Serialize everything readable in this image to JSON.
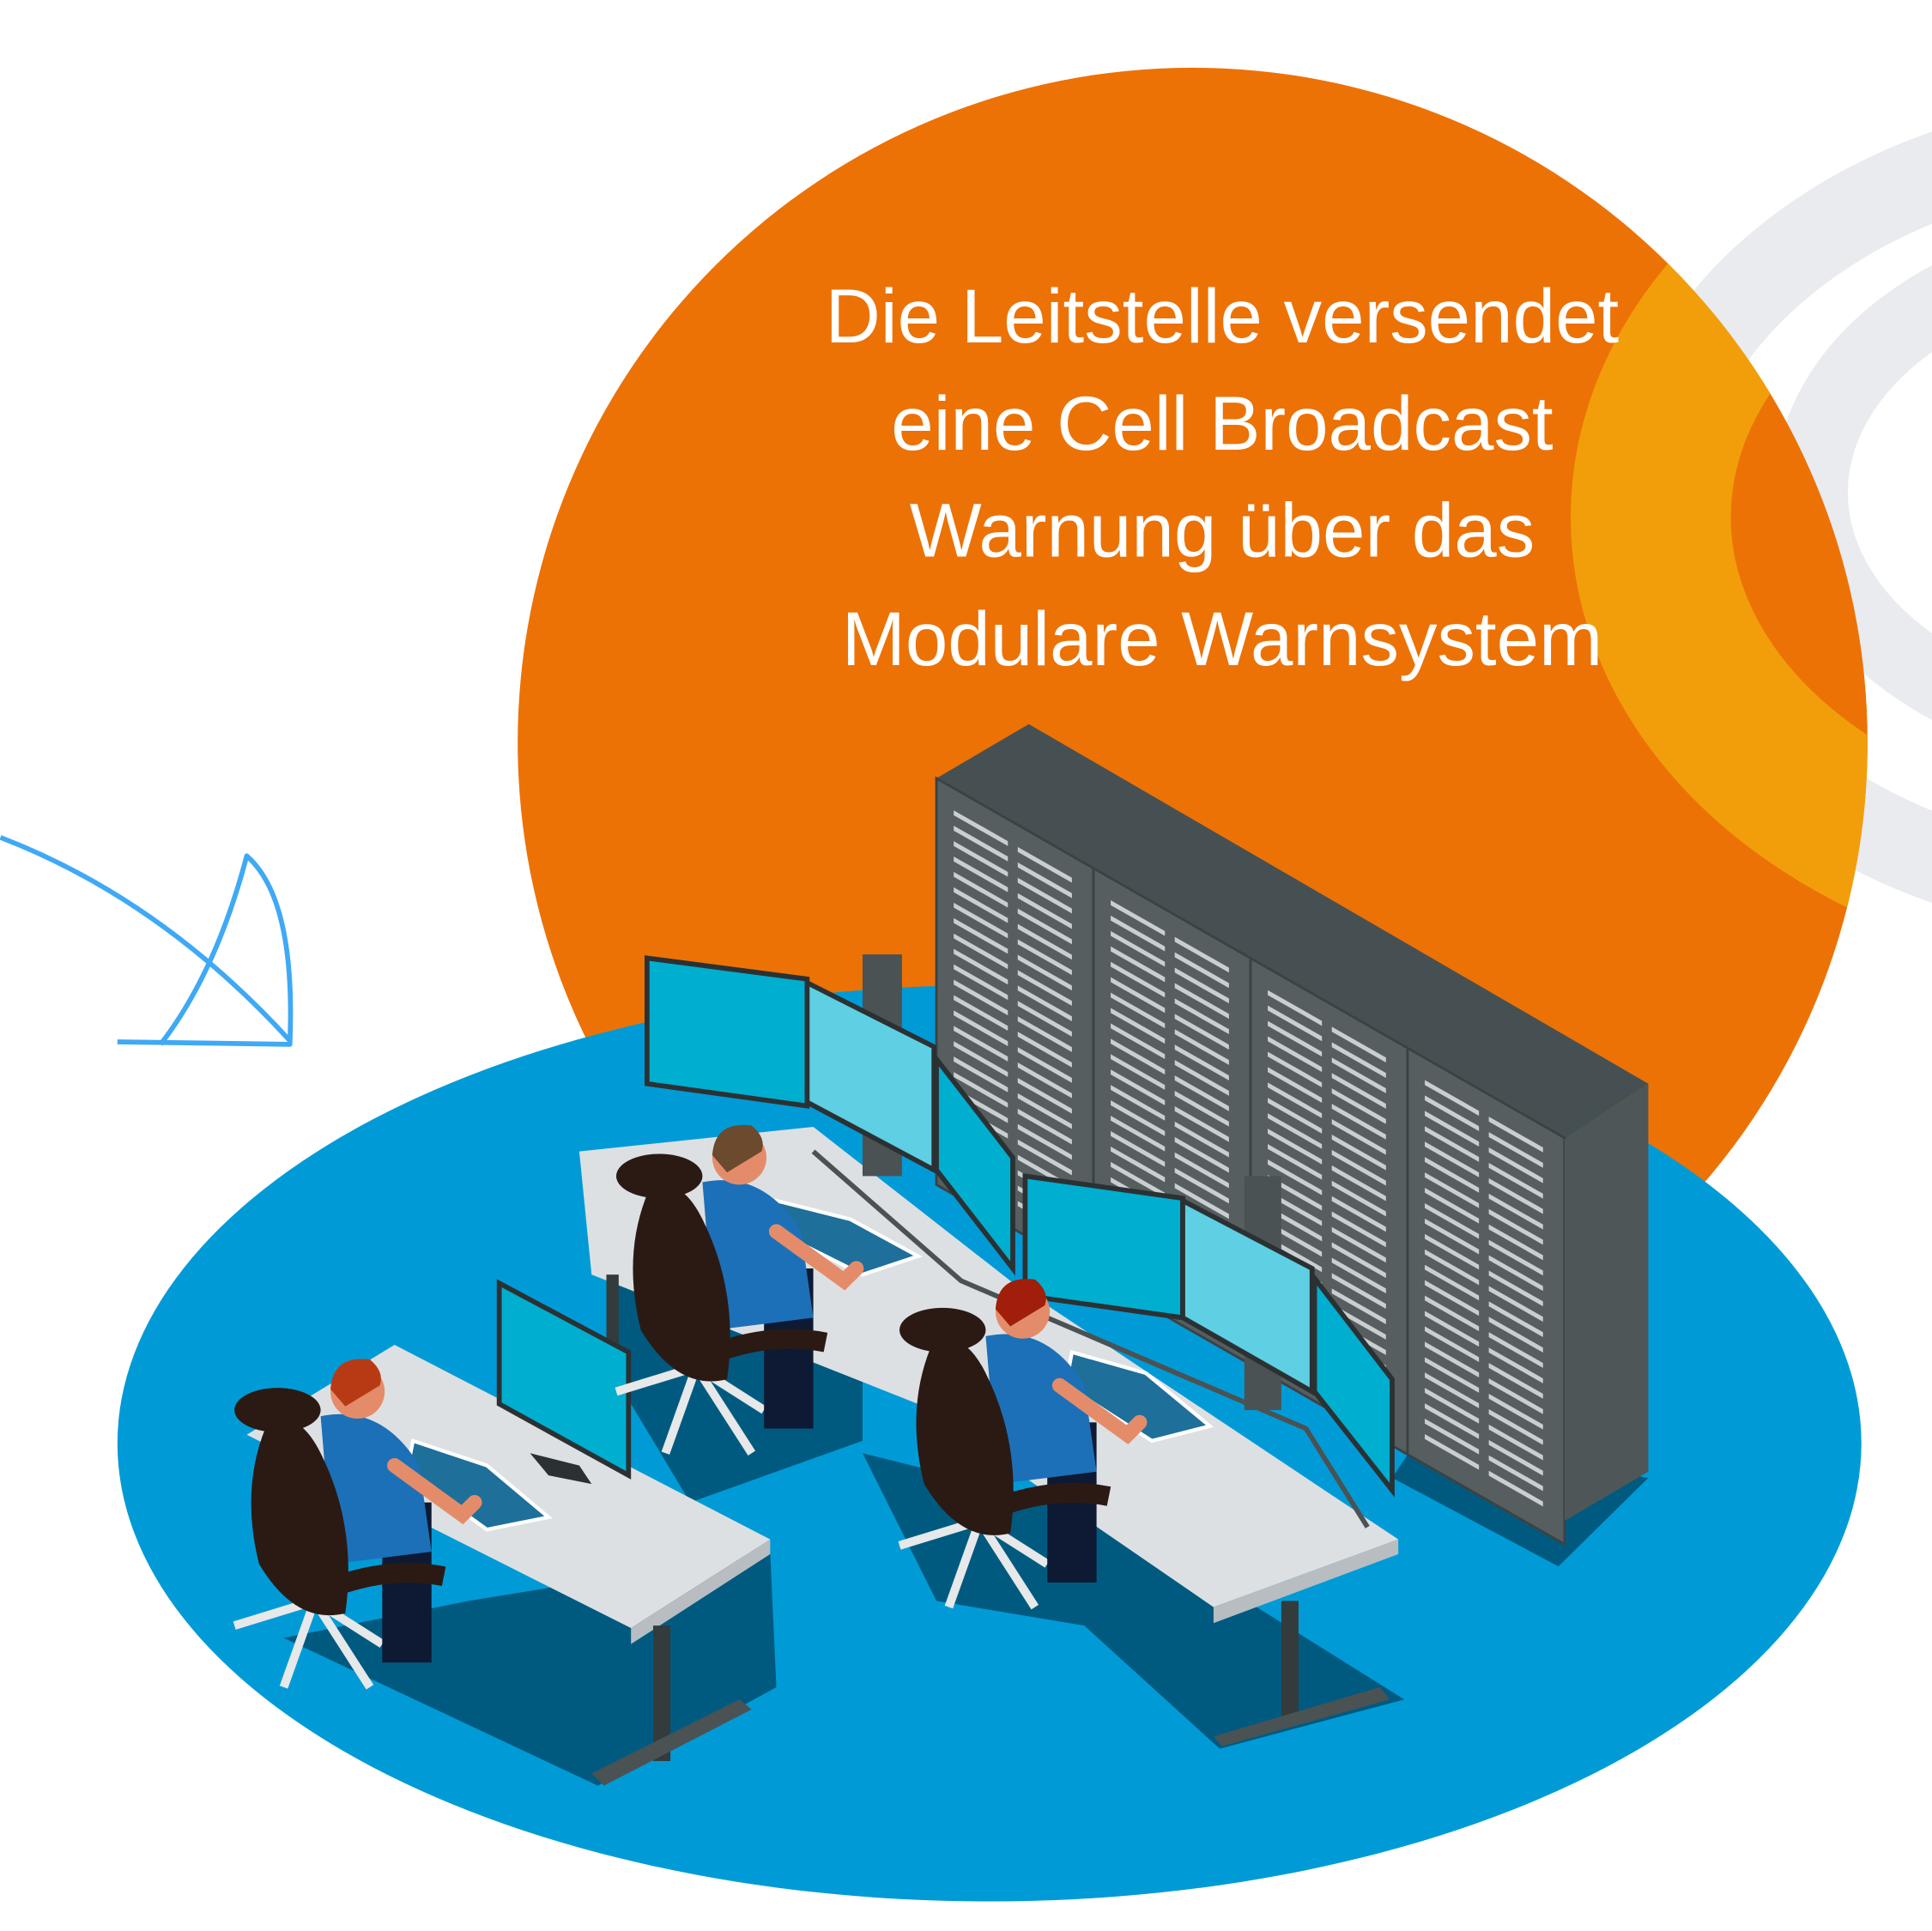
{
  "headline": {
    "lines": [
      "Die Leitstelle versendet",
      "eine Cell Broadcast",
      "Warnung über das",
      "Modulare Warnsystem"
    ]
  },
  "colors": {
    "orange_circle": "#EC7206",
    "yellow_arc": "#F29E0B",
    "grey_arc": "#E9EBEE",
    "blue_floor": "#009BD6",
    "floor_shadow": "#005A80",
    "arrow": "#3FA9F5",
    "server": "#4A5253",
    "monitor": "#00AECF",
    "desk": "#DDE0E3"
  }
}
